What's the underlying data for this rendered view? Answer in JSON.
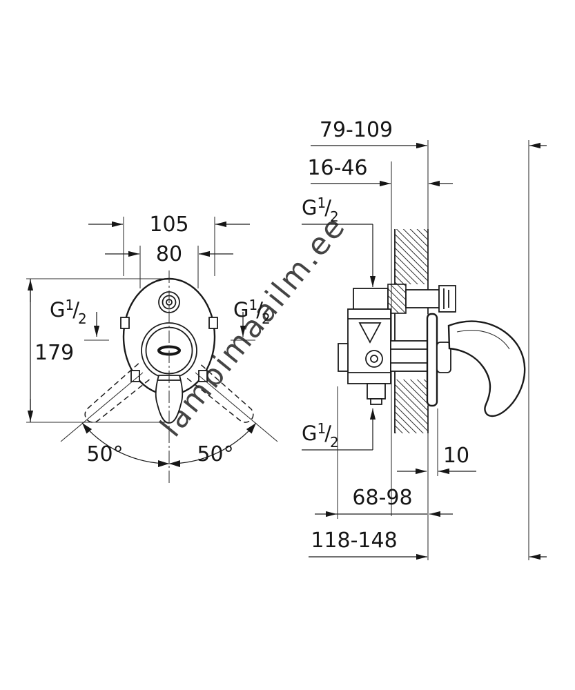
{
  "watermark": {
    "text": "lambimaailm.ee",
    "color": "#c9c9c9"
  },
  "thread_label": {
    "base": "G",
    "numerator": "1",
    "slash": "/",
    "denominator": "2"
  },
  "front_view": {
    "dim_width": "105",
    "dim_hole_spacing": "80",
    "dim_height": "179",
    "angle_left": "50°",
    "angle_right": "50°"
  },
  "side_view": {
    "dim_wall_to_handle_tip": "79-109",
    "dim_plaster_depth": "16-46",
    "dim_escutcheon_thickness": "10",
    "dim_rough_in_min": "68-98",
    "dim_rough_in_max": "118-148"
  },
  "colors": {
    "ink": "#161616",
    "line": "#1a1a1a"
  }
}
